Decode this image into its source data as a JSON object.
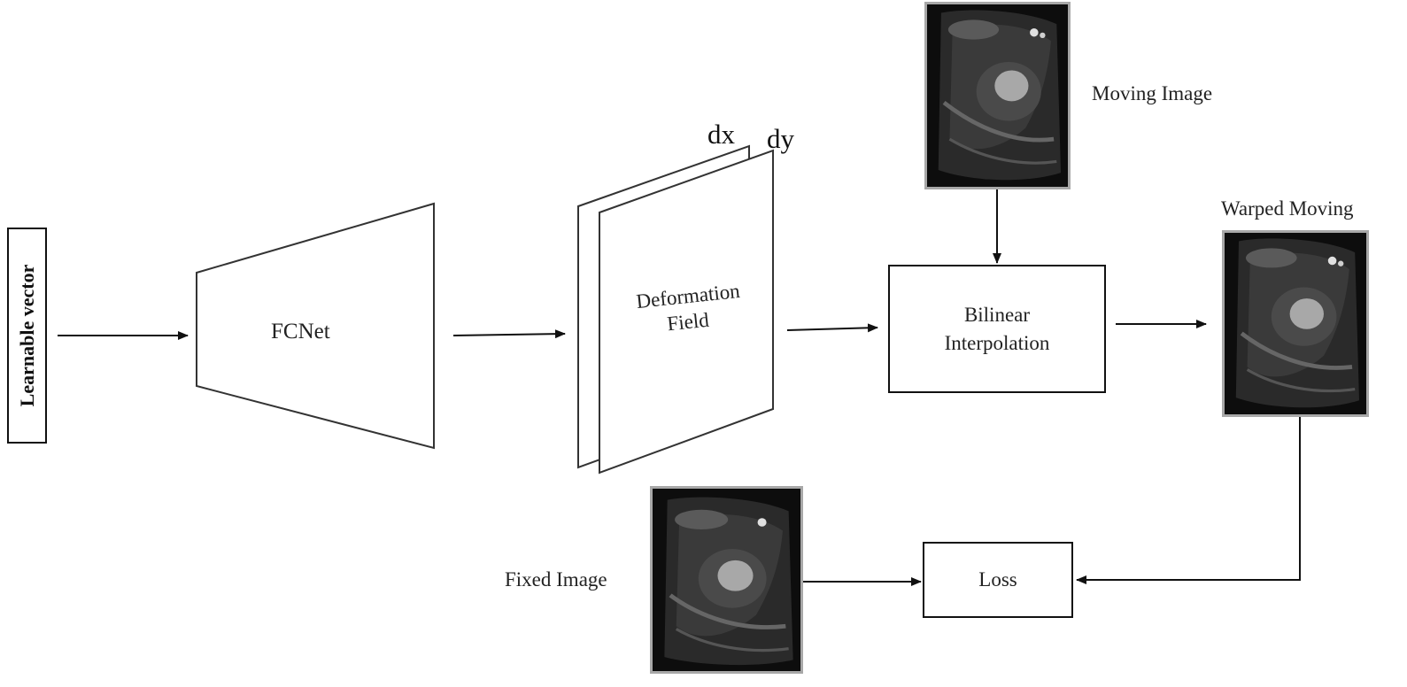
{
  "learnable_vector": {
    "label": "Learnable vector"
  },
  "fcnet": {
    "label": "FCNet"
  },
  "deformation_field": {
    "label_line1": "Deformation",
    "label_line2": "Field",
    "channel_dx": "dx",
    "channel_dy": "dy"
  },
  "moving_image": {
    "label": "Moving Image"
  },
  "bilinear": {
    "label_line1": "Bilinear",
    "label_line2": "Interpolation"
  },
  "warped_moving": {
    "label": "Warped Moving"
  },
  "fixed_image": {
    "label": "Fixed Image"
  },
  "loss": {
    "label": "Loss"
  }
}
